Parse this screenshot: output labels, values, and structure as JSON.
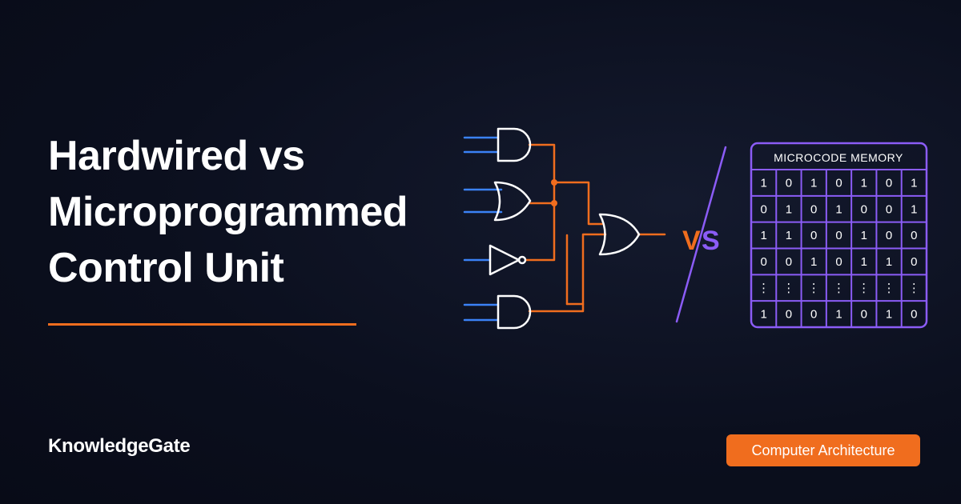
{
  "title": {
    "line1": "Hardwired vs",
    "line2": "Microprogrammed",
    "line3": "Control Unit"
  },
  "vs_label": {
    "v": "V",
    "s": "S"
  },
  "memory": {
    "title": "MICROCODE MEMORY",
    "rows": [
      [
        "1",
        "0",
        "1",
        "0",
        "1",
        "0",
        "1"
      ],
      [
        "0",
        "1",
        "0",
        "1",
        "0",
        "0",
        "1"
      ],
      [
        "1",
        "1",
        "0",
        "0",
        "1",
        "0",
        "0"
      ],
      [
        "0",
        "0",
        "1",
        "0",
        "1",
        "1",
        "0"
      ],
      [
        "⋮",
        "⋮",
        "⋮",
        "⋮",
        "⋮",
        "⋮",
        "⋮"
      ],
      [
        "1",
        "0",
        "0",
        "1",
        "0",
        "1",
        "0"
      ]
    ]
  },
  "brand": "KnowledgeGate",
  "badge": "Computer Architecture",
  "colors": {
    "accent_orange": "#f06d1e",
    "accent_purple": "#8b5cf6",
    "input_blue": "#3b82f6",
    "background": "#0b0f1e"
  },
  "icons": [
    "and-gate-icon",
    "or-gate-icon",
    "not-gate-icon",
    "and-gate-icon",
    "or-gate-icon"
  ]
}
